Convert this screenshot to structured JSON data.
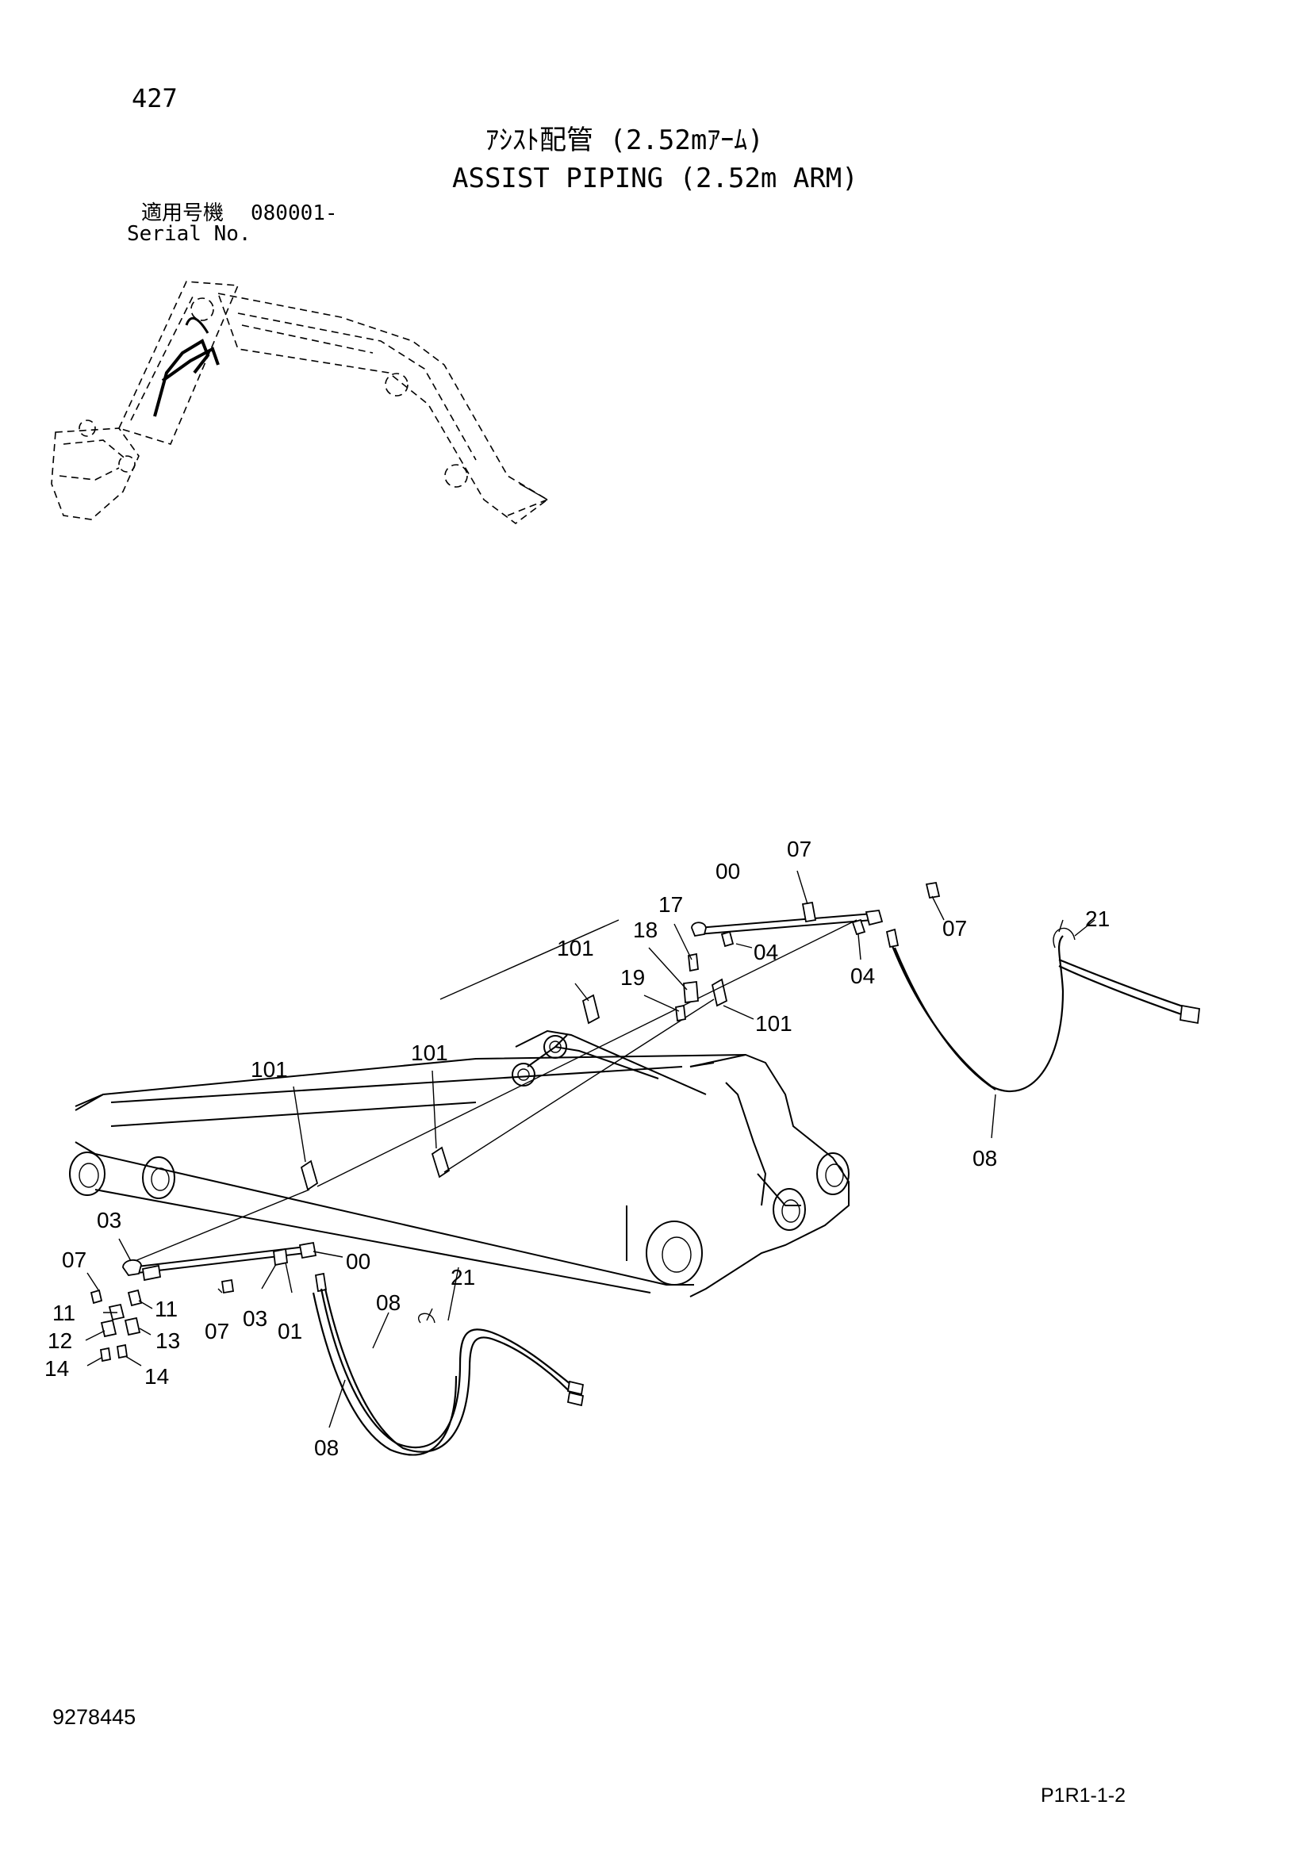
{
  "header": {
    "page_number": "427",
    "title_jp": "ｱｼｽﾄ配管 (2.52mｱｰﾑ)",
    "title_en": "ASSIST PIPING (2.52m ARM)",
    "serial_label_jp": "適用号機",
    "serial_label_en": "Serial No.",
    "serial_value": "080001-"
  },
  "callouts": {
    "c1": "07",
    "c2": "00",
    "c3": "17",
    "c4": "18",
    "c5": "101",
    "c6": "19",
    "c7": "04",
    "c8": "07",
    "c9": "04",
    "c10": "21",
    "c11": "101",
    "c12": "101",
    "c13": "101",
    "c14": "08",
    "c15": "03",
    "c16": "07",
    "c17": "00",
    "c18": "11",
    "c19": "11",
    "c20": "07",
    "c21": "03",
    "c22": "01",
    "c23": "08",
    "c24": "21",
    "c25": "12",
    "c26": "13",
    "c27": "14",
    "c28": "14",
    "c29": "08"
  },
  "footer": {
    "drawing_number": "9278445",
    "page_code": "P1R1-1-2"
  }
}
